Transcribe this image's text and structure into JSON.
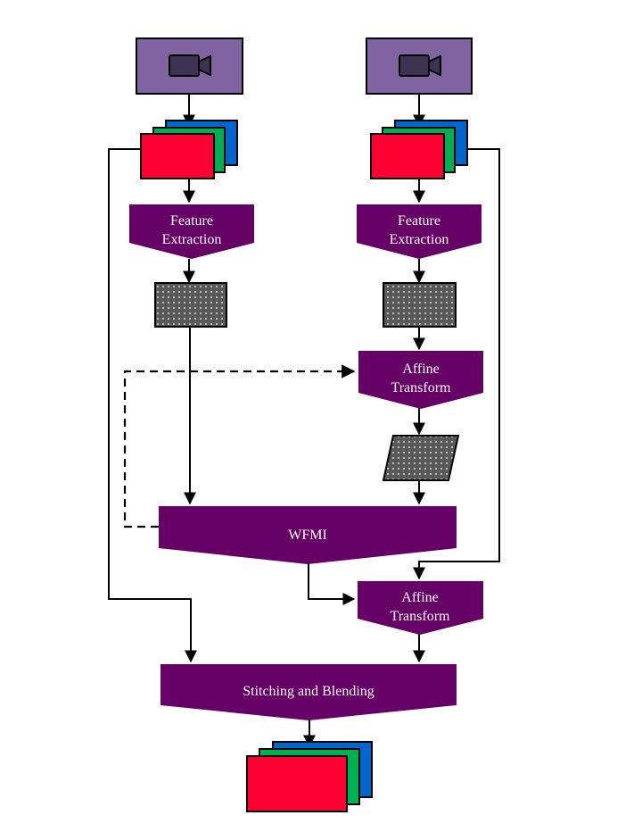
{
  "colors": {
    "block": "#660066",
    "camera": "#8064a2",
    "camera_icon": "#3f3151",
    "frame_front": "#ff0033",
    "frame_middle": "#00b050",
    "frame_back": "#0066cc",
    "feature_map": "#595959"
  },
  "icons": {
    "camera": "video-camera-icon",
    "frames": "frame-stack-icon",
    "feature": "feature-map-icon"
  },
  "left": {
    "feature_extraction": [
      "Feature",
      "Extraction"
    ]
  },
  "right": {
    "feature_extraction": [
      "Feature",
      "Extraction"
    ],
    "affine_transform_1": [
      "Affine",
      "Transform"
    ],
    "affine_transform_2": [
      "Affine",
      "Transform"
    ]
  },
  "wfmi": "WFMI",
  "stitching": "Stitching and Blending"
}
